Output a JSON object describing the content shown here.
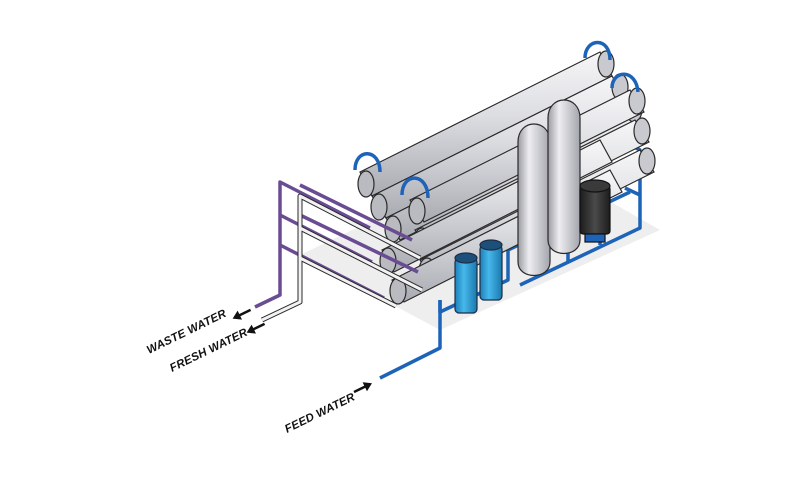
{
  "labels": {
    "waste_water": "WASTE WATER",
    "fresh_water": "FRESH WATER",
    "feed_water": "FEED WATER"
  },
  "colors": {
    "waste": "#6a4c93",
    "fresh": "#e8e8ec",
    "feed": "#1d63b8",
    "membrane_vessel": "#d5d6da",
    "cartridge_filter": "#2a9fd8",
    "motor": "#2b2b2b"
  },
  "icons": [
    "arrow-left-icon",
    "arrow-right-icon"
  ]
}
